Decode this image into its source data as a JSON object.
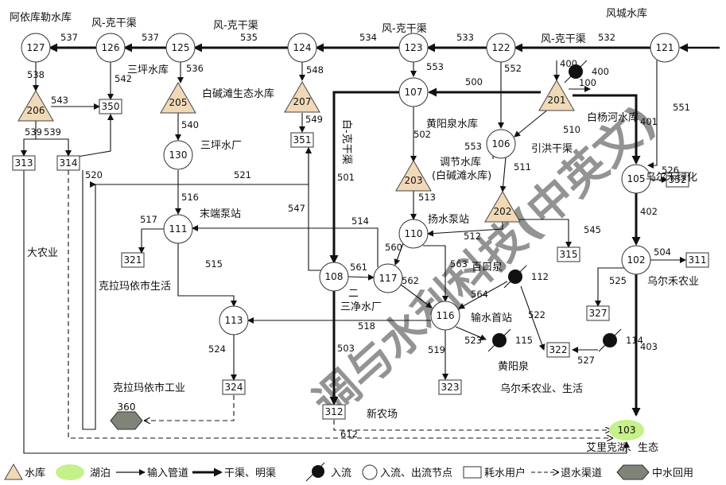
{
  "diagram": {
    "nodes": [
      {
        "id": "121",
        "kind": "junction"
      },
      {
        "id": "122",
        "kind": "junction"
      },
      {
        "id": "123",
        "kind": "junction"
      },
      {
        "id": "124",
        "kind": "junction"
      },
      {
        "id": "125",
        "kind": "junction"
      },
      {
        "id": "126",
        "kind": "junction"
      },
      {
        "id": "127",
        "kind": "junction"
      },
      {
        "id": "107",
        "kind": "junction"
      },
      {
        "id": "106",
        "kind": "junction"
      },
      {
        "id": "105",
        "kind": "junction"
      },
      {
        "id": "130",
        "kind": "junction"
      },
      {
        "id": "111",
        "kind": "junction"
      },
      {
        "id": "110",
        "kind": "junction"
      },
      {
        "id": "108",
        "kind": "junction"
      },
      {
        "id": "117",
        "kind": "junction"
      },
      {
        "id": "116",
        "kind": "junction"
      },
      {
        "id": "113",
        "kind": "junction"
      },
      {
        "id": "102",
        "kind": "junction"
      },
      {
        "id": "206",
        "kind": "reservoir"
      },
      {
        "id": "205",
        "kind": "reservoir"
      },
      {
        "id": "207",
        "kind": "reservoir"
      },
      {
        "id": "201",
        "kind": "reservoir"
      },
      {
        "id": "203",
        "kind": "reservoir"
      },
      {
        "id": "202",
        "kind": "reservoir"
      },
      {
        "id": "350",
        "kind": "user"
      },
      {
        "id": "351",
        "kind": "user"
      },
      {
        "id": "313",
        "kind": "user"
      },
      {
        "id": "314",
        "kind": "user"
      },
      {
        "id": "352",
        "kind": "user"
      },
      {
        "id": "321",
        "kind": "user"
      },
      {
        "id": "315",
        "kind": "user"
      },
      {
        "id": "311",
        "kind": "user"
      },
      {
        "id": "327",
        "kind": "user"
      },
      {
        "id": "322",
        "kind": "user"
      },
      {
        "id": "323",
        "kind": "user"
      },
      {
        "id": "324",
        "kind": "user"
      },
      {
        "id": "312",
        "kind": "user"
      },
      {
        "id": "400",
        "kind": "inflow"
      },
      {
        "id": "112",
        "kind": "inflow"
      },
      {
        "id": "115",
        "kind": "inflow"
      },
      {
        "id": "114",
        "kind": "inflow"
      },
      {
        "id": "360",
        "kind": "reuse"
      },
      {
        "id": "103",
        "kind": "lake"
      }
    ],
    "edges": [
      {
        "from": "121",
        "to": "122",
        "id": "532",
        "type": "main"
      },
      {
        "from": "122",
        "to": "123",
        "id": "533",
        "type": "main"
      },
      {
        "from": "123",
        "to": "124",
        "id": "534",
        "type": "main"
      },
      {
        "from": "124",
        "to": "125",
        "id": "535",
        "type": "main"
      },
      {
        "from": "125",
        "to": "126",
        "id": "537",
        "type": "main"
      },
      {
        "from": "126",
        "to": "127",
        "id": "537",
        "type": "main"
      },
      {
        "from": "121",
        "to": "105",
        "id": "551",
        "type": "pipe"
      },
      {
        "from": "201",
        "to": "105",
        "id": "401",
        "type": "main"
      },
      {
        "from": "105",
        "to": "352",
        "id": "526",
        "type": "pipe"
      },
      {
        "from": "105",
        "to": "102",
        "id": "402",
        "type": "main"
      },
      {
        "from": "102",
        "to": "311",
        "id": "504",
        "type": "pipe"
      },
      {
        "from": "102",
        "to": "327",
        "id": "525",
        "type": "pipe"
      },
      {
        "from": "102",
        "to": "103",
        "id": "403",
        "type": "main"
      },
      {
        "from": "122",
        "to": "106",
        "id": "552",
        "type": "pipe"
      },
      {
        "from": "123",
        "to": "107",
        "id": "553",
        "type": "pipe"
      },
      {
        "from": "201",
        "to": "107",
        "id": "500",
        "type": "main"
      },
      {
        "from": "201",
        "to": "106",
        "id": "510",
        "type": "pipe"
      },
      {
        "from": "400",
        "to": "201",
        "id": "400",
        "type": "inflow"
      },
      {
        "from": "201",
        "to": "201",
        "id": "100",
        "type": "pipe"
      },
      {
        "from": "107",
        "to": "203",
        "id": "502",
        "type": "pipe"
      },
      {
        "from": "106",
        "to": "202",
        "id": "553",
        "type": "pipe"
      },
      {
        "from": "106",
        "to": "202",
        "id": "511",
        "type": "pipe"
      },
      {
        "from": "203",
        "to": "110",
        "id": "513",
        "type": "pipe"
      },
      {
        "from": "202",
        "to": "110",
        "id": "512",
        "type": "pipe"
      },
      {
        "from": "202",
        "to": "315",
        "id": "545",
        "type": "pipe"
      },
      {
        "from": "107",
        "to": "108",
        "id": "501",
        "type": "main"
      },
      {
        "from": "108",
        "to": "312",
        "id": "503",
        "type": "main"
      },
      {
        "from": "108",
        "to": "117",
        "id": "561",
        "type": "pipe"
      },
      {
        "from": "108",
        "to": "351",
        "id": "547",
        "type": "pipe"
      },
      {
        "from": "117",
        "to": "111",
        "id": "514",
        "type": "pipe"
      },
      {
        "from": "110",
        "to": "117",
        "id": "560",
        "type": "pipe"
      },
      {
        "from": "117",
        "to": "116",
        "id": "562",
        "type": "pipe"
      },
      {
        "from": "110",
        "to": "116",
        "id": "563",
        "type": "pipe"
      },
      {
        "from": "116",
        "to": "113",
        "id": "518",
        "type": "pipe"
      },
      {
        "from": "112",
        "to": "116",
        "id": "564",
        "type": "pipe"
      },
      {
        "from": "112",
        "to": "322",
        "id": "522",
        "type": "pipe"
      },
      {
        "from": "116",
        "to": "115",
        "id": "523",
        "type": "pipe"
      },
      {
        "from": "116",
        "to": "323",
        "id": "519",
        "type": "pipe"
      },
      {
        "from": "114",
        "to": "322",
        "id": "527",
        "type": "pipe"
      },
      {
        "from": "124",
        "to": "207",
        "id": "548",
        "type": "pipe"
      },
      {
        "from": "207",
        "to": "351",
        "id": "549",
        "type": "pipe"
      },
      {
        "from": "125",
        "to": "205",
        "id": "536",
        "type": "pipe"
      },
      {
        "from": "205",
        "to": "130",
        "id": "540",
        "type": "pipe"
      },
      {
        "from": "130",
        "to": "111",
        "id": "516",
        "type": "pipe"
      },
      {
        "from": "111",
        "to": "351",
        "id": "521",
        "type": "pipe"
      },
      {
        "from": "111",
        "to": "321",
        "id": "517",
        "type": "pipe"
      },
      {
        "from": "111",
        "to": "113",
        "id": "515",
        "type": "pipe"
      },
      {
        "from": "113",
        "to": "324",
        "id": "524",
        "type": "pipe"
      },
      {
        "from": "126",
        "to": "350",
        "id": "542",
        "type": "pipe"
      },
      {
        "from": "127",
        "to": "206",
        "id": "538",
        "type": "pipe"
      },
      {
        "from": "206",
        "to": "350",
        "id": "543",
        "type": "pipe"
      },
      {
        "from": "206",
        "to": "313",
        "id": "539",
        "type": "pipe"
      },
      {
        "from": "206",
        "to": "314",
        "id": "539",
        "type": "pipe"
      },
      {
        "from": "314",
        "to": "350",
        "id": "520",
        "type": "pipe"
      },
      {
        "from": "324",
        "to": "360",
        "id": "",
        "type": "return"
      },
      {
        "from": "312",
        "to": "103",
        "id": "612",
        "type": "return"
      },
      {
        "from": "313",
        "to": "103",
        "id": "",
        "type": "pipe"
      },
      {
        "from": "314",
        "to": "103",
        "id": "",
        "type": "return"
      }
    ],
    "place_labels": {
      "fengcheng": "风城水库",
      "feng_ke_1": "风-克干渠",
      "feng_ke_2": "风-克干渠",
      "feng_ke_3": "风-克干渠",
      "feng_ke_4": "风-克干渠",
      "ayiku": "阿依库勒水库",
      "sanping": "三坪水库",
      "baijiantan_eco": "白碱滩生态水库",
      "baiyanghe": "白杨河水库",
      "huangyangquan_res": "黄阳泉水库",
      "yinhong": "引洪干渠",
      "tiaojie_1": "调节水库",
      "tiaojie_2": "(白碱滩水库)",
      "sanping_plant": "三坪水厂",
      "bai_ke": "白-克干渠",
      "wuerhe_green": "乌尔禾绿化",
      "moduan": "末端泵站",
      "yangshui": "扬水泵站",
      "danongye": "大农业",
      "baikou": "百口泉",
      "wuerhe_agri": "乌尔禾农业",
      "kelamayi_life": "克拉玛依市生活",
      "erji_1": "二",
      "erji_2": "三净水厂",
      "shushui": "输水首站",
      "huangyangquan": "黄阳泉",
      "wuerhe_agri_life": "乌尔禾农业、生活",
      "kelamayi_ind": "克拉玛依市工业",
      "xinnongchang": "新农场",
      "aibi_1": "艾里克湖、生态"
    }
  },
  "legend": {
    "reservoir": "水库",
    "lake": "湖泊",
    "pipe": "输入管道",
    "main": "干渠、明渠",
    "inflow": "入流",
    "junction": "入流、出流节点",
    "user": "耗水用户",
    "return": "退水渠道",
    "reuse": "中水回用"
  },
  "watermark": "调与水利科技(中英文)"
}
